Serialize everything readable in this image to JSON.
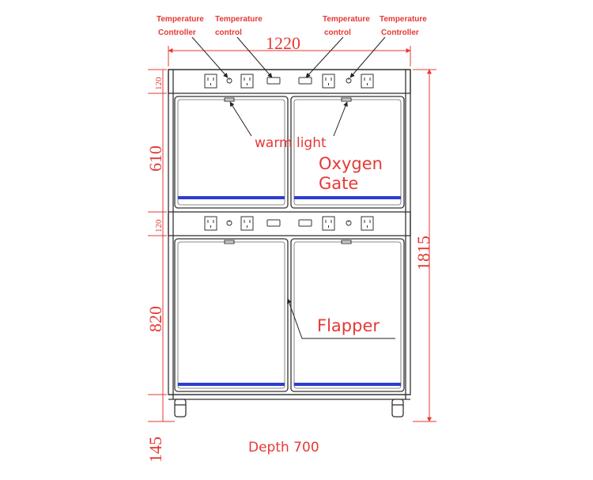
{
  "callouts": {
    "temp_controller_left_line1": "Temperature",
    "temp_controller_left_line2": "Controller",
    "temp_control_left_line1": "Temperature",
    "temp_control_left_line2": "control",
    "temp_control_right_line1": "Temperature",
    "temp_control_right_line2": "control",
    "temp_controller_right_line1": "Temperature",
    "temp_controller_right_line2": "Controller",
    "warm_light": "warm light",
    "oxygen_line1": "Oxygen",
    "oxygen_line2": "Gate",
    "flapper": "Flapper",
    "depth": "Depth 700"
  },
  "dimensions": {
    "width": "1220",
    "height_total": "1815",
    "panel_top": "120",
    "upper_door": "610",
    "panel_mid": "120",
    "lower_door": "820",
    "legs": "145"
  },
  "colors": {
    "annotation": "#e53935",
    "outline": "#333333",
    "door_strip": "#2b3dd1"
  }
}
